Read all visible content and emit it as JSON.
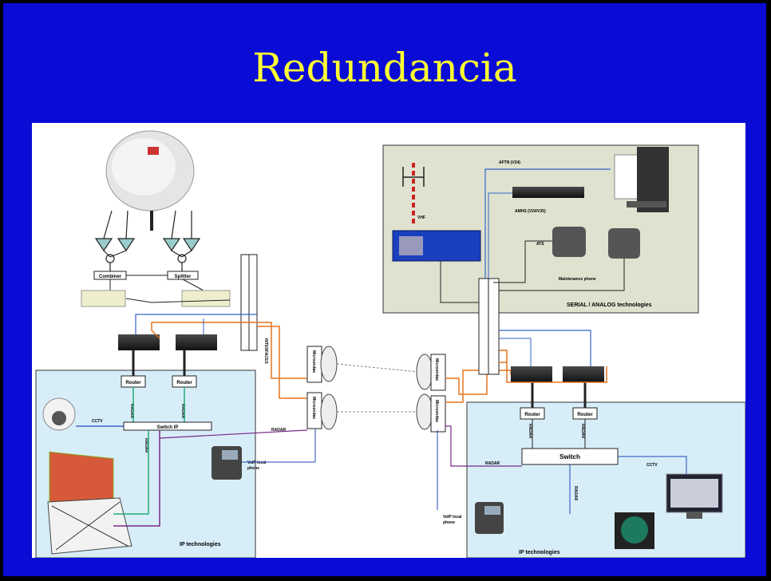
{
  "slide": {
    "title": "Redundancia"
  },
  "colors": {
    "slide_bg": "#0b0bd6",
    "title_color": "#ffff33",
    "ip_zone": "#d7eef8",
    "serial_zone": "#dfe2cf"
  },
  "zones": {
    "ip_left": "IP technologies",
    "ip_right": "IP technologies",
    "serial": "SERIAL / ANALOG technologies"
  },
  "labels": {
    "aftn": "AFTN (V24)",
    "amhs": "AMHS (V24/V35)",
    "vhf": "VHF",
    "ats": "ATS",
    "maintenance_phone": "Maintenance phone",
    "combiner": "Combiner",
    "splitter": "Splitter",
    "router": "Router",
    "radar": "RADAR",
    "switch_ip": "Switch IP",
    "switch": "Switch",
    "cctv": "CCTV",
    "voip_local_phone": [
      "VoIP local",
      "phone"
    ],
    "microondas": "Microondas",
    "interfaces": "INTERFACES"
  }
}
